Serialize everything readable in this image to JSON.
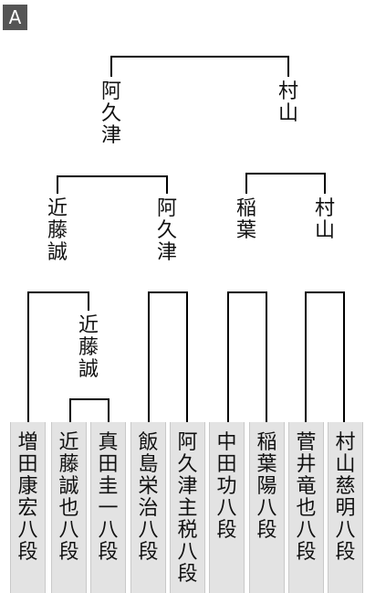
{
  "badge": "A",
  "players": [
    "増田康宏八段",
    "近藤誠也八段",
    "真田圭一八段",
    "飯島栄治八段",
    "阿久津主税八段",
    "中田　功八段",
    "稲葉　陽八段",
    "菅井竜也八段",
    "村山慈明八段"
  ],
  "qualifier_winner": "近藤誠",
  "round1_winners": [
    "近藤誠",
    "阿久津",
    "稲葉",
    "村山"
  ],
  "round2_winners": [
    "阿久津",
    "村山"
  ]
}
